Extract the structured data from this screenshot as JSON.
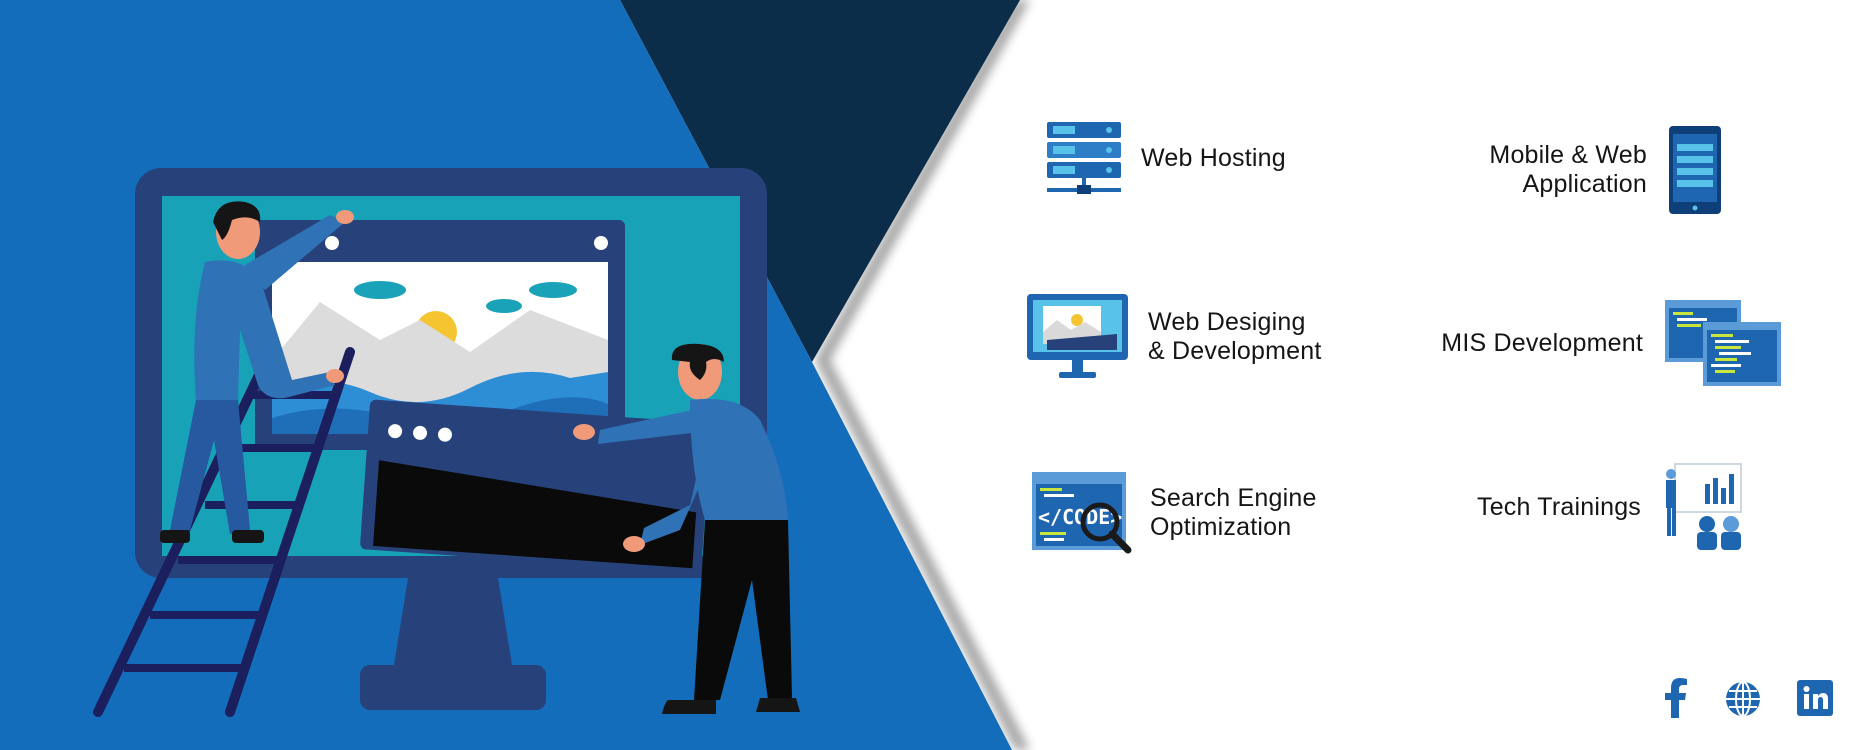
{
  "services": {
    "web_hosting": {
      "lines": [
        "Web Hosting"
      ],
      "icon": "server-rack-icon"
    },
    "mobile_web": {
      "lines": [
        "Mobile & Web",
        "Application"
      ],
      "icon": "mobile-phone-icon"
    },
    "web_design": {
      "lines": [
        "Web Desiging",
        "& Development"
      ],
      "icon": "monitor-icon"
    },
    "mis": {
      "lines": [
        "MIS Development"
      ],
      "icon": "code-windows-icon"
    },
    "seo": {
      "lines": [
        "Search Engine",
        "Optimization"
      ],
      "icon": "code-magnifier-icon",
      "icon_text": "</CODE>"
    },
    "tech": {
      "lines": [
        "Tech Trainings"
      ],
      "icon": "presentation-board-icon"
    }
  },
  "social": [
    "facebook-icon",
    "globe-icon",
    "linkedin-icon"
  ],
  "colors": {
    "left_panel_blue": "#136dbb",
    "dark_navy_wedge": "#0b2d4a",
    "icon_blue": "#1e66b0",
    "text_dark": "#151515"
  }
}
